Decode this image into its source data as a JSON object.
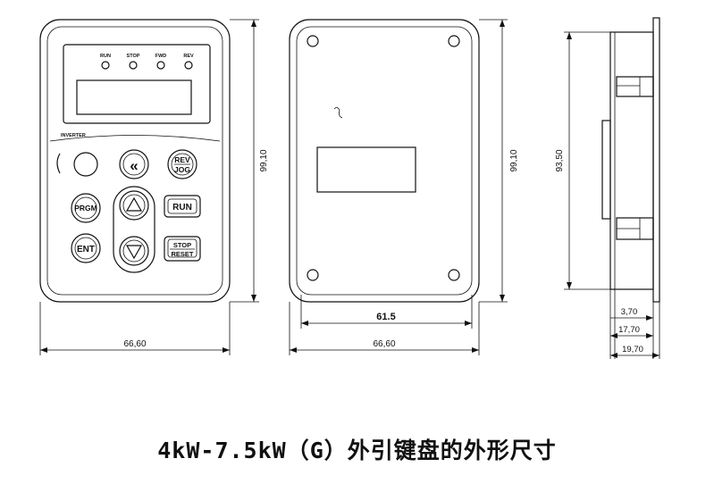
{
  "title": "4kW-7.5kW（G）外引键盘的外形尺寸",
  "front": {
    "led_labels": [
      "RUN",
      "STOP",
      "FWD",
      "REV"
    ],
    "brand": "INVERTER",
    "buttons": {
      "rev": "REV",
      "jog": "JOG",
      "prgm": "PRGM",
      "run": "RUN",
      "ent": "ENT",
      "stop": "STOP",
      "reset": "RESET"
    },
    "height_dim": "99,10",
    "width_dim": "66,60"
  },
  "back": {
    "height_dim": "99,10",
    "inner_width_dim": "61.5",
    "width_dim": "66,60"
  },
  "side": {
    "height_dim": "93,50",
    "dims": [
      "3,70",
      "17,70",
      "19,70"
    ]
  }
}
